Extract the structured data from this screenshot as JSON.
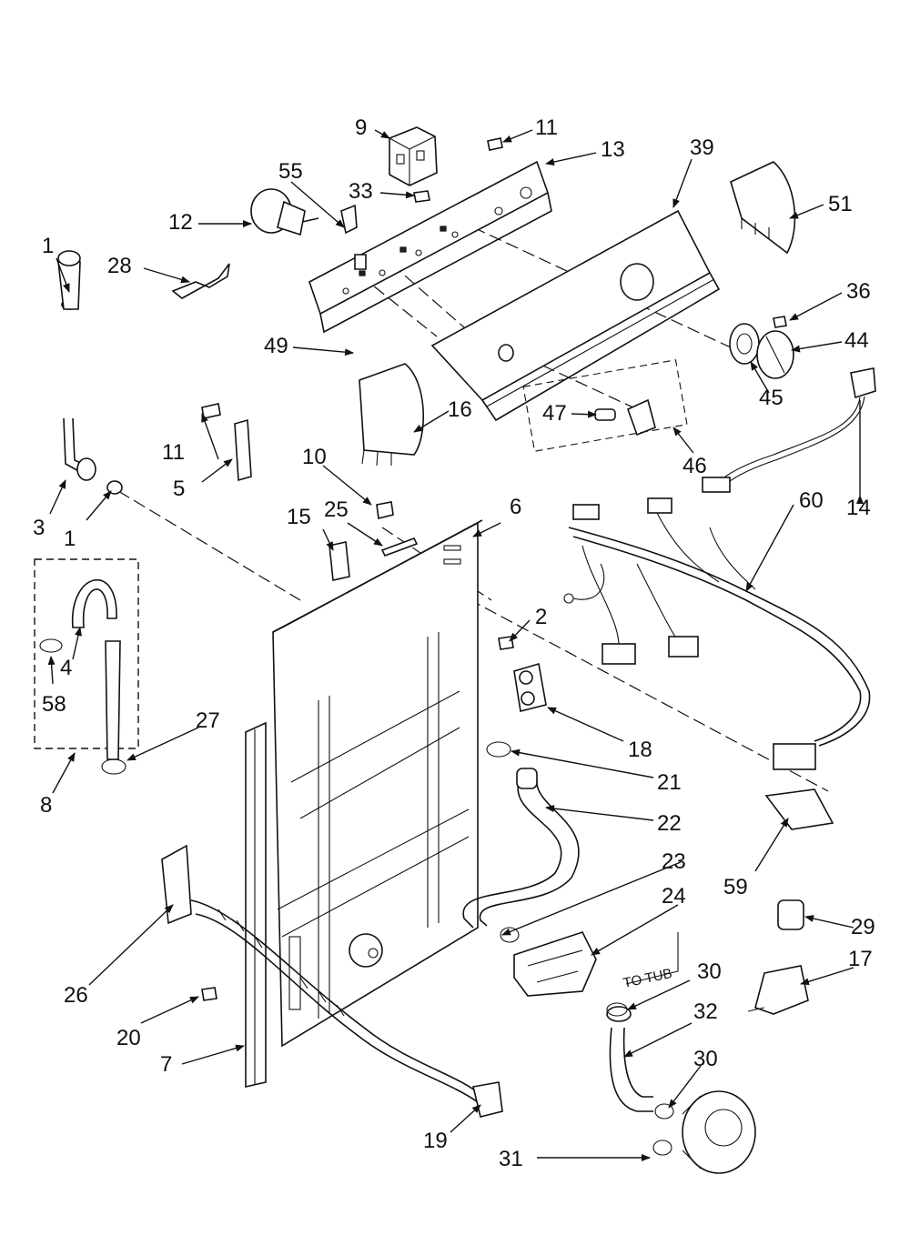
{
  "labels": {
    "p1a": "1",
    "p1b": "1",
    "p2": "2",
    "p3": "3",
    "p4": "4",
    "p5": "5",
    "p6": "6",
    "p7": "7",
    "p8": "8",
    "p9": "9",
    "p10": "10",
    "p11a": "11",
    "p11b": "11",
    "p12": "12",
    "p13": "13",
    "p14": "14",
    "p15": "15",
    "p16": "16",
    "p17": "17",
    "p18": "18",
    "p19": "19",
    "p20": "20",
    "p21": "21",
    "p22": "22",
    "p23": "23",
    "p24": "24",
    "p25": "25",
    "p26": "26",
    "p27": "27",
    "p28": "28",
    "p29": "29",
    "p30a": "30",
    "p30b": "30",
    "p31": "31",
    "p32": "32",
    "p33": "33",
    "p36": "36",
    "p39": "39",
    "p44": "44",
    "p45": "45",
    "p46": "46",
    "p47": "47",
    "p49": "49",
    "p51": "51",
    "p55": "55",
    "p58": "58",
    "p59": "59",
    "p60": "60"
  },
  "notes": {
    "to_tub": "TO TUB"
  }
}
